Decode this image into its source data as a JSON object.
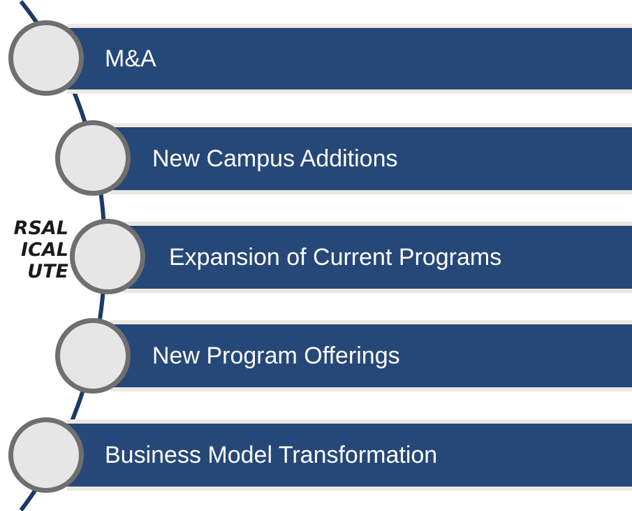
{
  "logo": {
    "lines": [
      "RSAL",
      "ICAL",
      "UTE"
    ]
  },
  "steps": [
    {
      "label": "M&A"
    },
    {
      "label": "New Campus Additions"
    },
    {
      "label": "Expansion of Current Programs"
    },
    {
      "label": "New Program Offerings"
    },
    {
      "label": "Business Model Transformation"
    }
  ],
  "colors": {
    "bar": "#264878",
    "bar_shadow": "#ece9e1",
    "node_fill": "#e6e6e6",
    "node_ring": "#6f6f6f",
    "arc": "#1c3a68",
    "label_text": "#ffffff"
  }
}
